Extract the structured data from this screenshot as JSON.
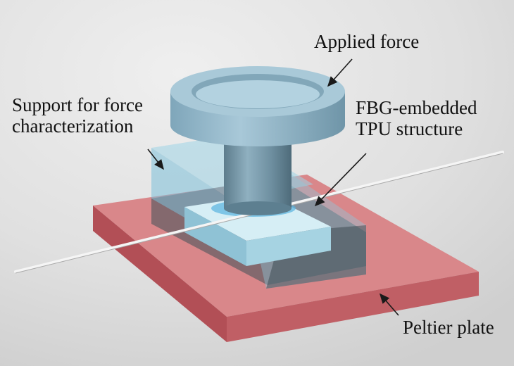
{
  "labels": {
    "applied_force": "Applied force",
    "support_line1": "Support for force",
    "support_line2": "characterization",
    "fbg_line1": "FBG-embedded",
    "fbg_line2": "TPU structure",
    "peltier_plate": "Peltier plate"
  },
  "colors": {
    "background": "#dcdcdc",
    "peltier_top": "#d8888b",
    "peltier_side": "#c06a6e",
    "support_blue": "#8ac7df",
    "cylinder_blue": "#8fb5c8",
    "tpu_blue": "#bfe3ee",
    "fiber": "#f4f4f4",
    "arrow": "#1a1a1a"
  }
}
